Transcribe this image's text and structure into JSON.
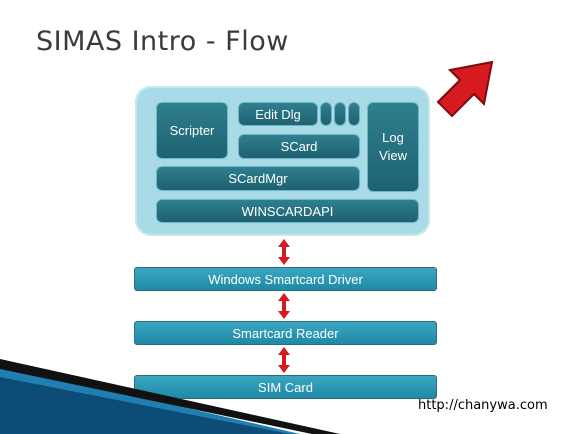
{
  "title": "SIMAS Intro - Flow",
  "panel": {
    "scripter": "Scripter",
    "edit_dlg": "Edit Dlg",
    "scard": "SCard",
    "log_view_line1": "Log",
    "log_view_line2": "View",
    "scardmgr": "SCardMgr",
    "winscardapi": "WINSCARDAPI"
  },
  "stack": {
    "driver": "Windows Smartcard Driver",
    "reader": "Smartcard Reader",
    "sim": "SIM Card"
  },
  "footer_url": "http://chanywa.com",
  "colors": {
    "panel": "#a9dbe6",
    "module": "#1d6272",
    "bar": "#2a97b3",
    "arrow": "#d71920"
  }
}
